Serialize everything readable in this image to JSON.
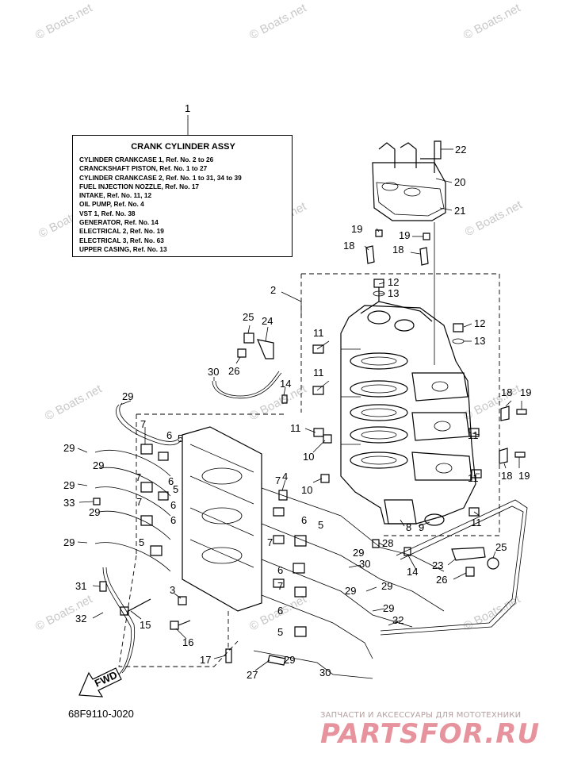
{
  "watermark": "© Boats.net",
  "info_box": {
    "title": "CRANK CYLINDER ASSY",
    "lines": [
      "CYLINDER CRANKCASE 1,  Ref. No. 2 to 26",
      "CRANCKSHAFT PISTON,  Ref. No. 1 to 27",
      "CYLINDER CRANKCASE 2,  Ref. No. 1 to 31, 34 to 39",
      "FUEL INJECTION NOZZLE,  Ref. No. 17",
      "INTAKE,  Ref. No. 11, 12",
      "OIL PUMP,  Ref. No. 4",
      "VST 1,  Ref. No. 38",
      "GENERATOR,  Ref. No. 14",
      "ELECTRICAL 2,  Ref. No. 19",
      "ELECTRICAL 3,  Ref. No. 63",
      "UPPER CASING,  Ref. No. 13"
    ]
  },
  "callouts": {
    "c1": "1",
    "c2": "2",
    "c3": "3",
    "c4": "4",
    "c5a": "5",
    "c5b": "5",
    "c5c": "5",
    "c5d": "5",
    "c5e": "5",
    "c6a": "6",
    "c6b": "6",
    "c6c": "6",
    "c6d": "6",
    "c6e": "6",
    "c6f": "6",
    "c6g": "6",
    "c7a": "7",
    "c7b": "7",
    "c7c": "7",
    "c7d": "7",
    "c7e": "7",
    "c7f": "7",
    "c8": "8",
    "c9": "9",
    "c10a": "10",
    "c10b": "10",
    "c11a": "11",
    "c11b": "11",
    "c11c": "11",
    "c11d": "11",
    "c11e": "11",
    "c11f": "11",
    "c12a": "12",
    "c12b": "12",
    "c13a": "13",
    "c13b": "13",
    "c14a": "14",
    "c14b": "14",
    "c15": "15",
    "c16": "16",
    "c17": "17",
    "c18a": "18",
    "c18b": "18",
    "c18c": "18",
    "c18d": "18",
    "c19a": "19",
    "c19b": "19",
    "c19c": "19",
    "c19d": "19",
    "c20": "20",
    "c21": "21",
    "c22": "22",
    "c23": "23",
    "c24": "24",
    "c25a": "25",
    "c25b": "25",
    "c26a": "26",
    "c26b": "26",
    "c27": "27",
    "c28": "28",
    "c29a": "29",
    "c29b": "29",
    "c29c": "29",
    "c29d": "29",
    "c29e": "29",
    "c29f": "29",
    "c29g": "29",
    "c29h": "29",
    "c29i": "29",
    "c29j": "29",
    "c29k": "29",
    "c30a": "30",
    "c30b": "30",
    "c30c": "30",
    "c31": "31",
    "c32a": "32",
    "c32b": "32",
    "c33": "33"
  },
  "fwd_label": "FWD",
  "diagram_code": "68F9110-J020",
  "brand": {
    "tagline": "ЗАПЧАСТИ И АКСЕССУАРЫ ДЛЯ МОТОТЕХНИКИ",
    "logo_text": "PARTSFOR.RU"
  },
  "colors": {
    "line": "#000000",
    "watermark": "#c8c8c8",
    "brand_red": "#d23c4e"
  }
}
